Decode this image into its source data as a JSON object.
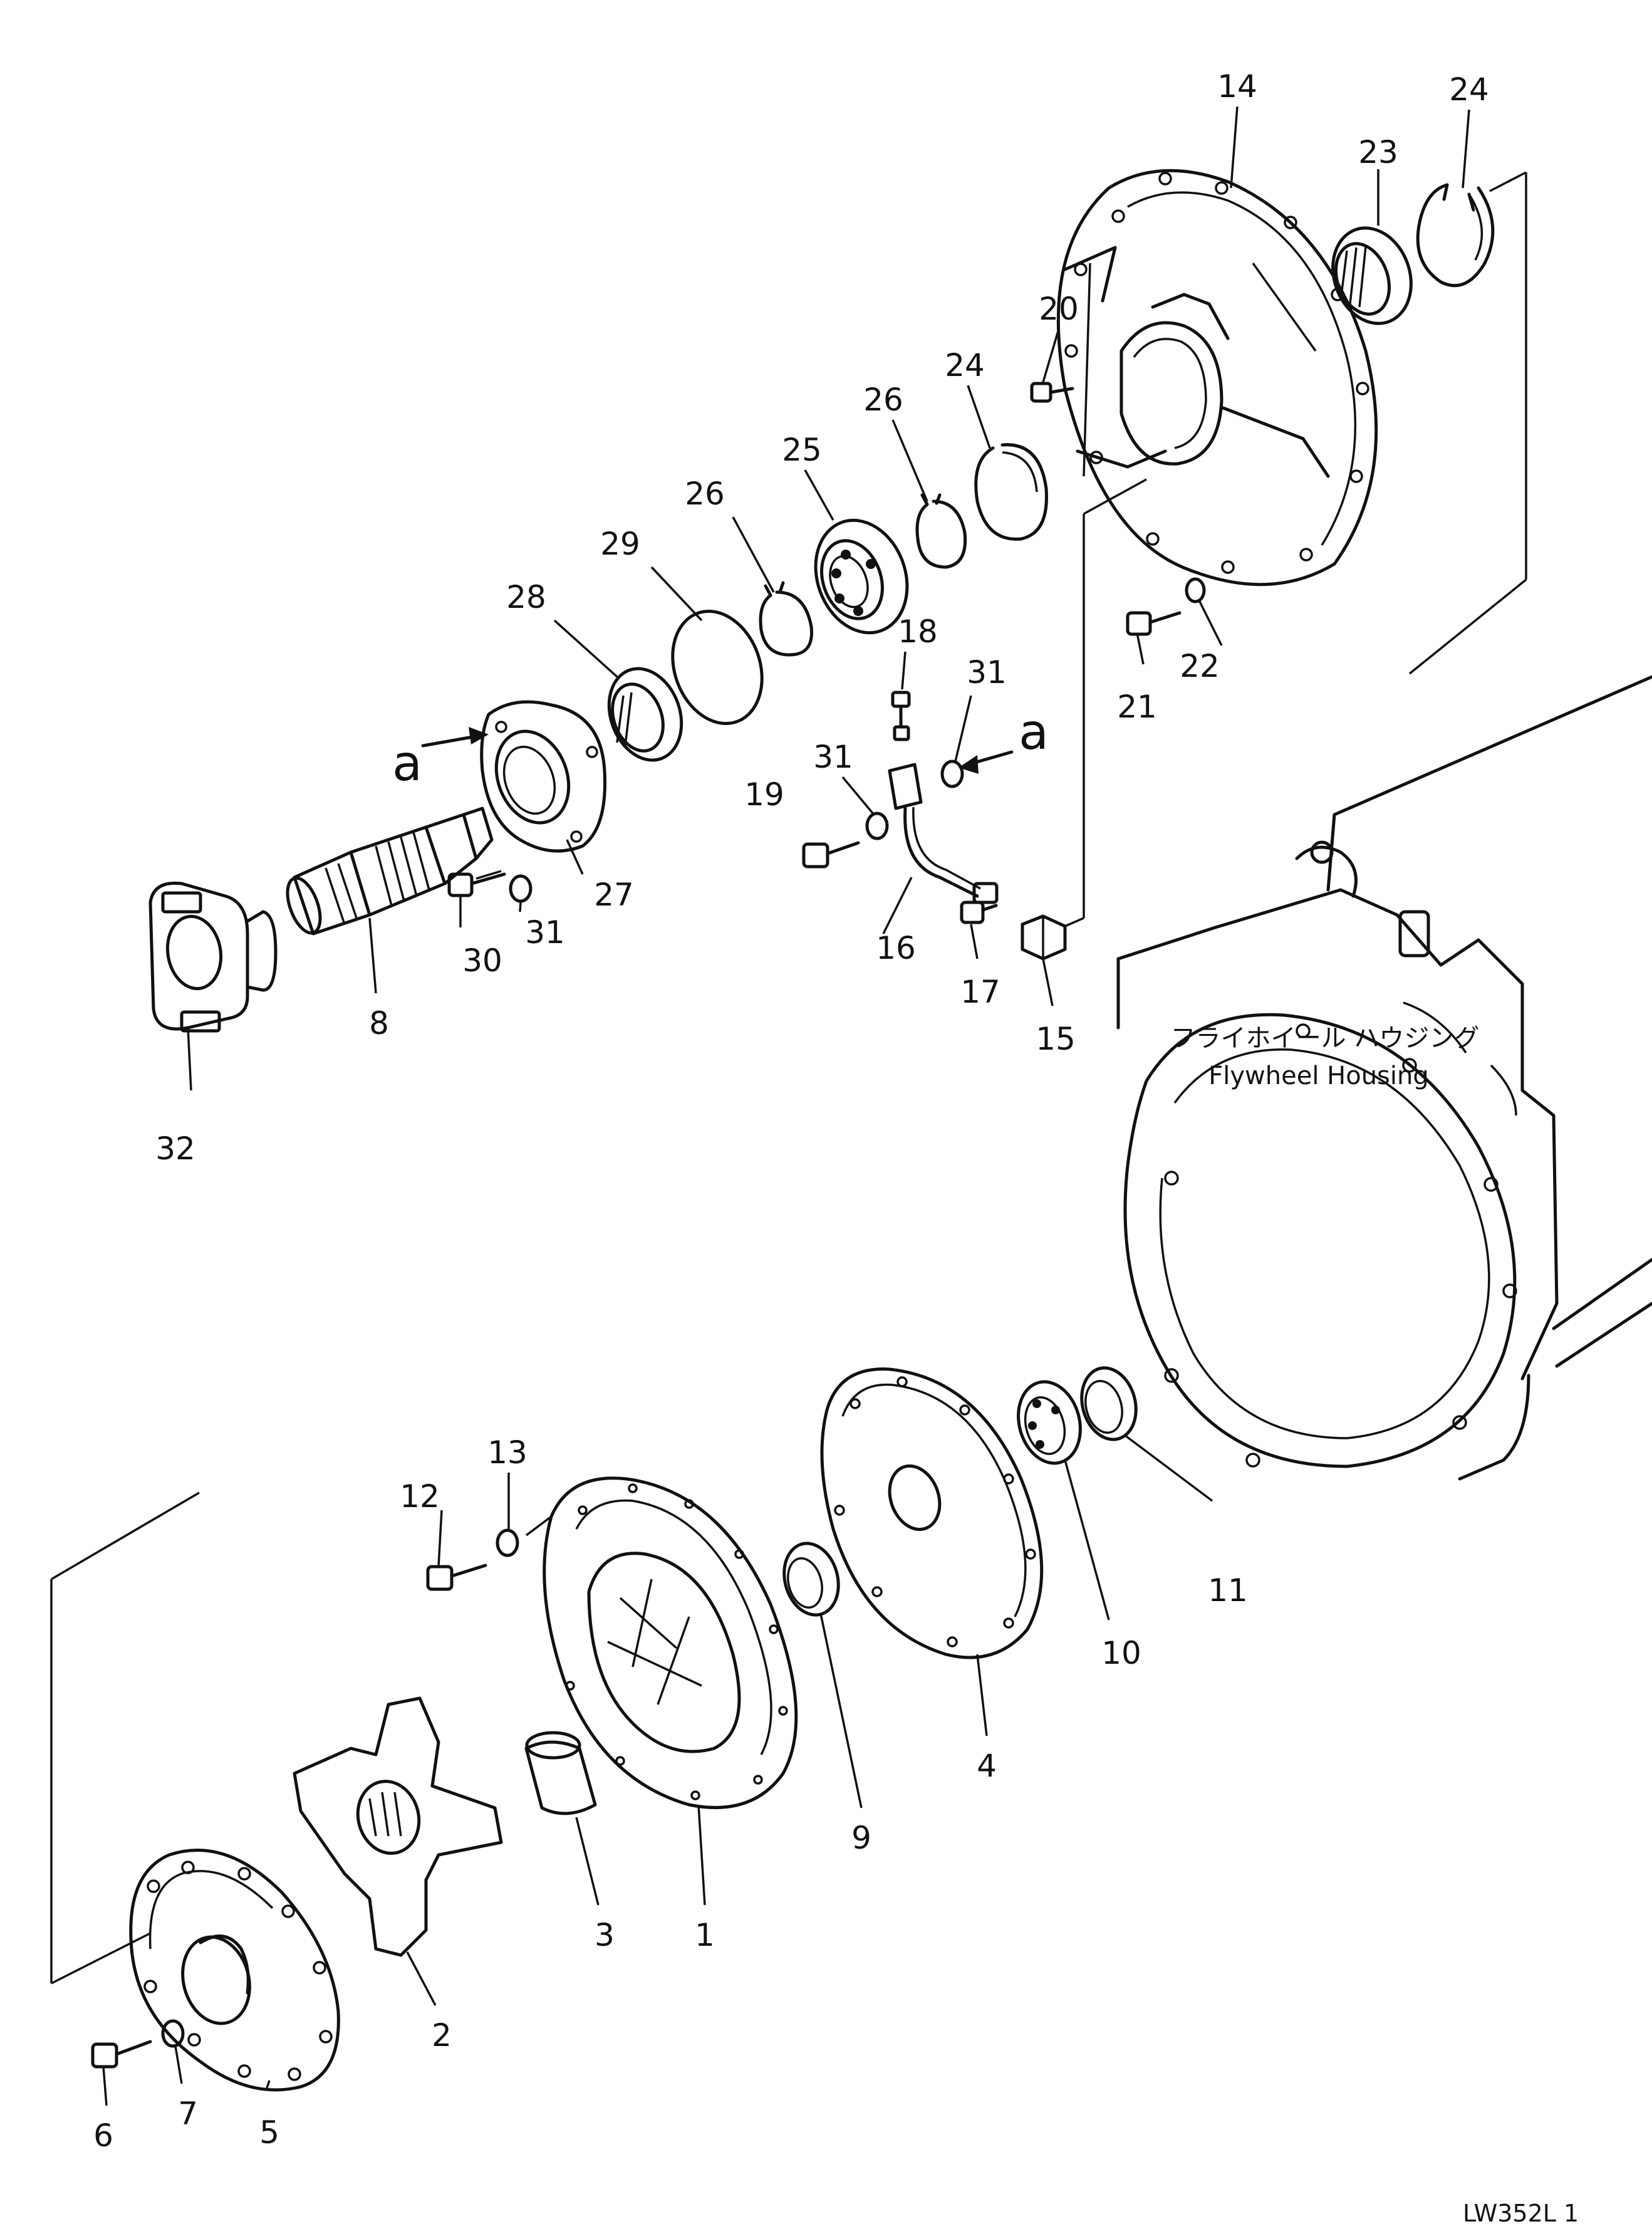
{
  "callouts": {
    "c1": "1",
    "c2": "2",
    "c3": "3",
    "c4": "4",
    "c5": "5",
    "c6": "6",
    "c7": "7",
    "c8": "8",
    "c9": "9",
    "c10": "10",
    "c11": "11",
    "c12": "12",
    "c13": "13",
    "c14": "14",
    "c15": "15",
    "c16": "16",
    "c17": "17",
    "c18": "18",
    "c19": "19",
    "c20": "20",
    "c21": "21",
    "c22": "22",
    "c23": "23",
    "c24a": "24",
    "c24b": "24",
    "c25": "25",
    "c26a": "26",
    "c26b": "26",
    "c27": "27",
    "c28": "28",
    "c29": "29",
    "c30": "30",
    "c31a": "31",
    "c31b": "31",
    "c31c": "31",
    "c32": "32"
  },
  "reference_marks": {
    "left": "a",
    "right": "a"
  },
  "flywheel_housing": {
    "label_jp": "フライホイール ハウジング",
    "label_en": "Flywheel Housing"
  },
  "drawing_code": "LW352L 1"
}
